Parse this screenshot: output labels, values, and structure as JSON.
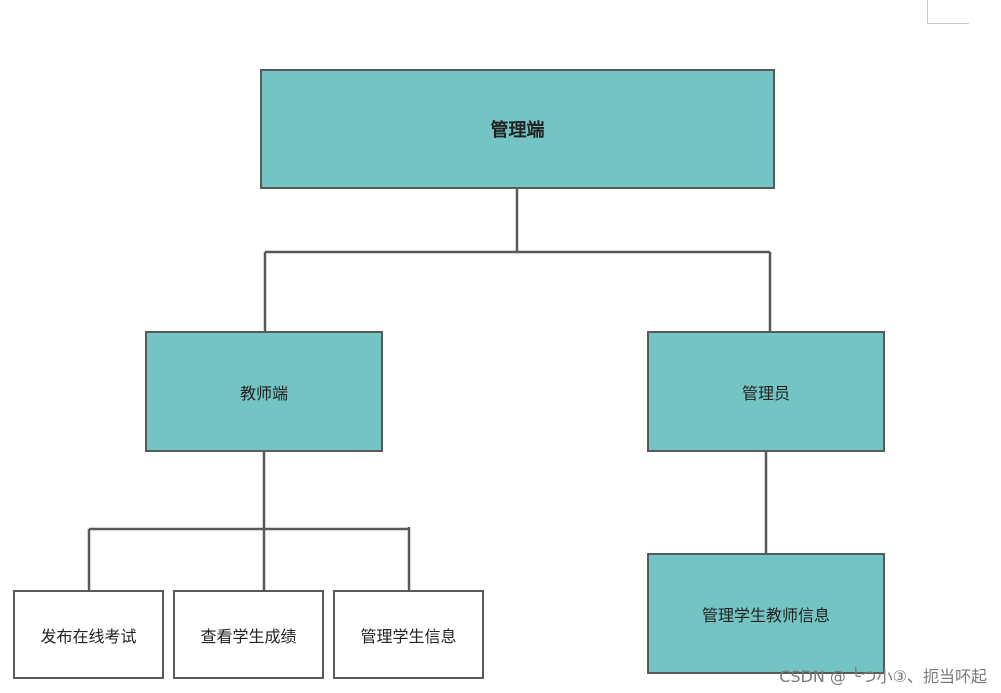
{
  "diagram": {
    "root": {
      "label": "管理端"
    },
    "teacher": {
      "label": "教师端",
      "children": [
        "发布在线考试",
        "查看学生成绩",
        "管理学生信息"
      ]
    },
    "admin": {
      "label": "管理员",
      "children": [
        "管理学生教师信息"
      ]
    }
  },
  "watermark": "CSDN @ ╰つ小③、扼当吥起",
  "colors": {
    "node_fill": "#73c4c2",
    "leaf_fill": "#ffffff",
    "border": "#595959",
    "connector": "#595959"
  }
}
